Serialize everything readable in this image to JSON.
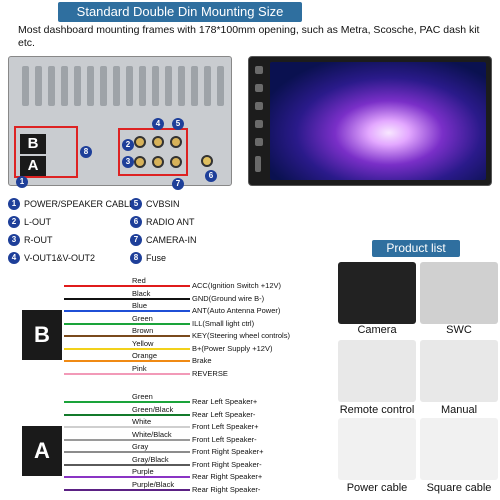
{
  "header": {
    "title": "Standard Double Din Mounting Size",
    "subtitle": "Most dashboard mounting frames with 178*100mm opening,    such as Metra, Scosche, PAC dash kit etc."
  },
  "connectors": {
    "b": "B",
    "a": "A"
  },
  "legend": [
    {
      "n": "1",
      "text": "POWER/SPEAKER CABLE"
    },
    {
      "n": "2",
      "text": "L-OUT"
    },
    {
      "n": "3",
      "text": "R-OUT"
    },
    {
      "n": "4",
      "text": "V-OUT1&V-OUT2"
    },
    {
      "n": "5",
      "text": "CVBSIN"
    },
    {
      "n": "6",
      "text": "RADIO ANT"
    },
    {
      "n": "7",
      "text": "CAMERA-IN"
    },
    {
      "n": "8",
      "text": "Fuse"
    }
  ],
  "product_list": {
    "title": "Product list",
    "items": [
      "Camera",
      "SWC",
      "Remote control",
      "Manual",
      "Power cable",
      "Square cable"
    ]
  },
  "wiring_b": [
    {
      "color": "Red",
      "hex": "#e01b1b",
      "fn": "ACC(Ignition Switch +12V)"
    },
    {
      "color": "Black",
      "hex": "#111111",
      "fn": "GND(Ground wire B-)"
    },
    {
      "color": "Blue",
      "hex": "#1f4fd6",
      "fn": "ANT(Auto Antenna Power)"
    },
    {
      "color": "Green",
      "hex": "#1aa33a",
      "fn": "ILL(Small light ctrl)"
    },
    {
      "color": "Brown",
      "hex": "#7a4a1c",
      "fn": "KEY(Steering wheel controls)"
    },
    {
      "color": "Yellow",
      "hex": "#f2d11a",
      "fn": "B+(Power Supply +12V)"
    },
    {
      "color": "Orange",
      "hex": "#f08a14",
      "fn": "Brake"
    },
    {
      "color": "Pink",
      "hex": "#f29ab8",
      "fn": "REVERSE"
    }
  ],
  "wiring_a": [
    {
      "color": "Green",
      "hex": "#1aa33a",
      "fn": "Rear Left Speaker+"
    },
    {
      "color": "Green/Black",
      "hex": "#137a2b",
      "fn": "Rear Left Speaker-"
    },
    {
      "color": "White",
      "hex": "#cfcfcf",
      "fn": "Front Left Speaker+"
    },
    {
      "color": "White/Black",
      "hex": "#9a9a9a",
      "fn": "Front Left Speaker-"
    },
    {
      "color": "Gray",
      "hex": "#8c8c8c",
      "fn": "Front Right Speaker+"
    },
    {
      "color": "Gray/Black",
      "hex": "#5a5a5a",
      "fn": "Front Right Speaker-"
    },
    {
      "color": "Purple",
      "hex": "#8a34c4",
      "fn": "Rear Right Speaker+"
    },
    {
      "color": "Purple/Black",
      "hex": "#5b2184",
      "fn": "Rear Right Speaker-"
    }
  ]
}
